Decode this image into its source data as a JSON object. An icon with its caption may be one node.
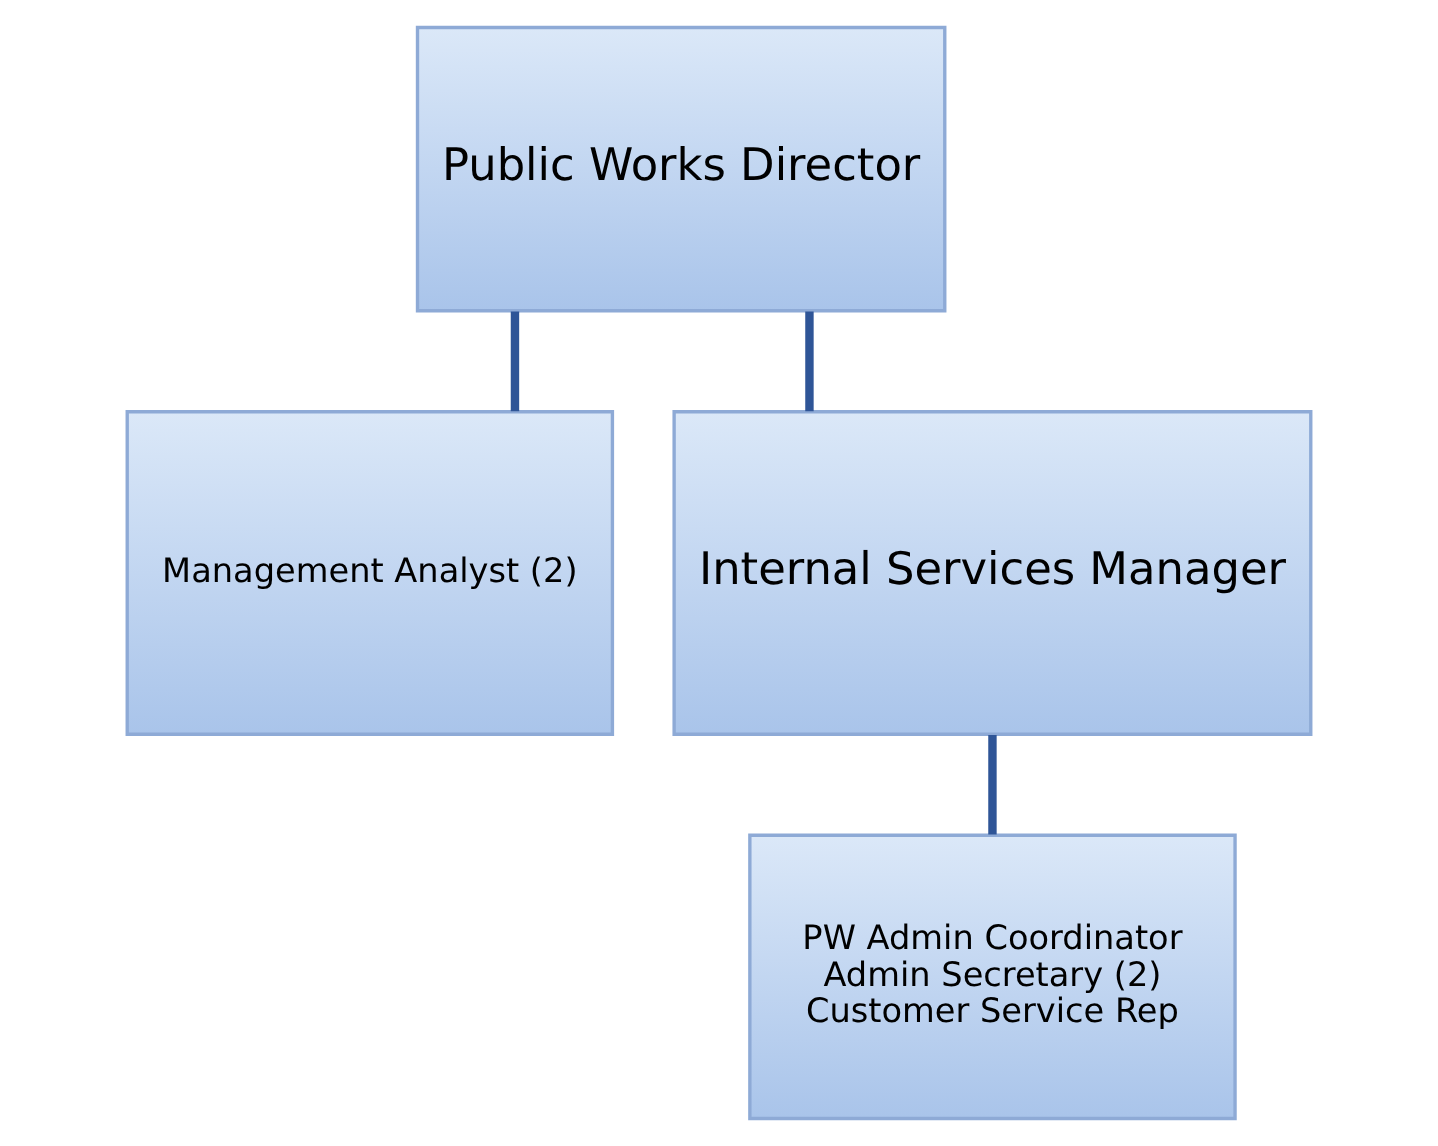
{
  "diagram": {
    "nodes": [
      {
        "text": [
          "Public Works Director"
        ]
      },
      {
        "text": [
          "Management Analyst (2)"
        ]
      },
      {
        "text": [
          "Internal Services Manager"
        ]
      },
      {
        "text": [
          "PW Admin Coordinator",
          "Admin Secretary (2)",
          "Customer Service Rep"
        ]
      }
    ],
    "edges": [
      {
        "from": 0,
        "to": 1,
        "arrow": "none"
      },
      {
        "from": 0,
        "to": 2,
        "arrow": "none"
      },
      {
        "from": 2,
        "to": 3,
        "arrow": "none"
      }
    ]
  }
}
